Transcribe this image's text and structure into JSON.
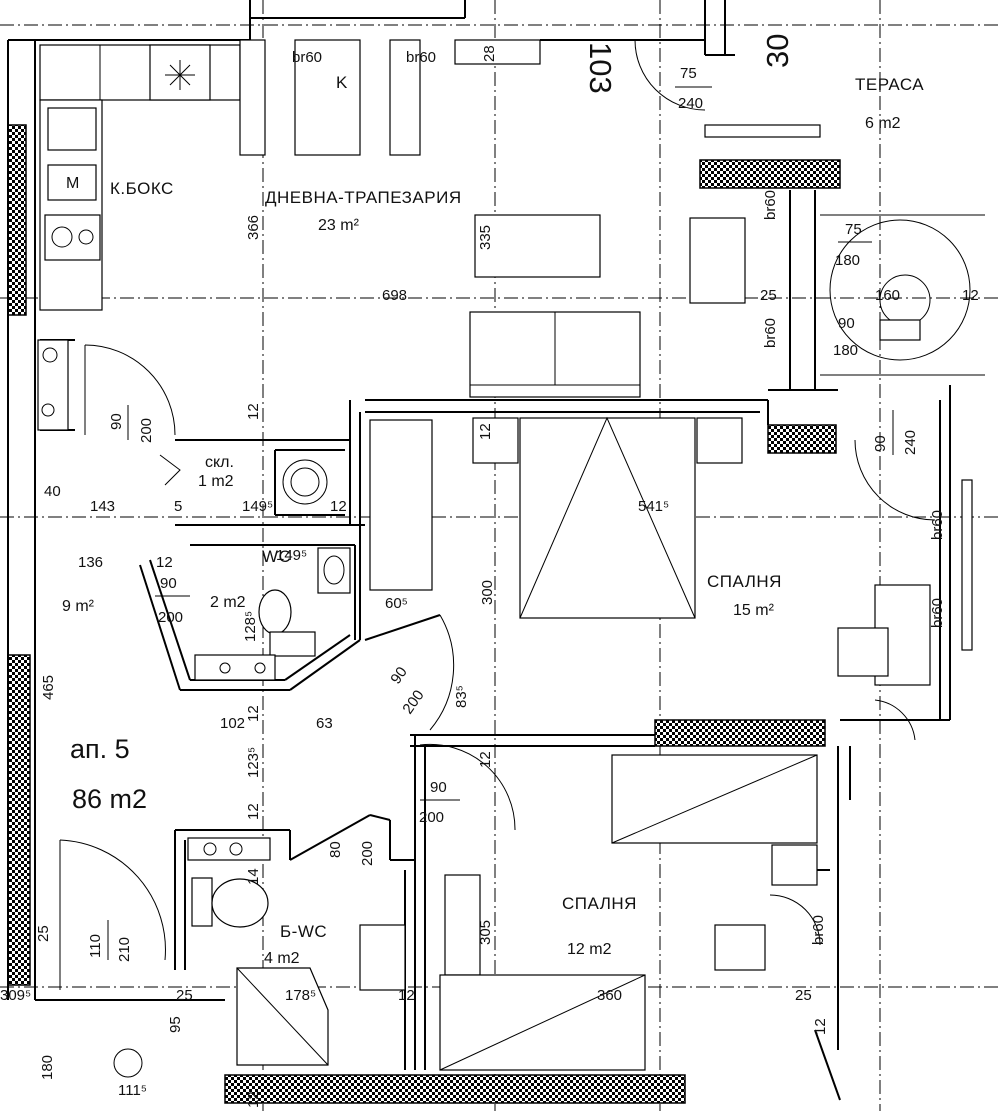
{
  "apartment": {
    "label": "ап. 5",
    "area": "86 m2"
  },
  "unit_number": "103",
  "rooms": {
    "kitchen": {
      "label": "К.БОКС"
    },
    "living": {
      "label": "ДНЕВНА-ТРАПЕЗАРИЯ",
      "area": "23 m²"
    },
    "terrace": {
      "label": "ТЕРАСА",
      "area": "6 m2"
    },
    "storage": {
      "label": "скл.",
      "area": "1 m2"
    },
    "wc": {
      "label": "WC",
      "area": "2 m2"
    },
    "hall": {
      "area": "9 m²"
    },
    "bedroom1": {
      "label": "СПАЛНЯ",
      "area": "15 m²"
    },
    "bedroom2": {
      "label": "СПАЛНЯ",
      "area": "12 m2"
    },
    "bathroom": {
      "label": "Б-WC",
      "area": "4 m2"
    }
  },
  "appliances": {
    "microwave": "M",
    "fridge": "K"
  },
  "windows": {
    "w1": "br60",
    "w2": "br60",
    "w3": "br60",
    "w4": "br60",
    "w5": "br60",
    "w6": "br60",
    "w7": "br60"
  },
  "door_sizes": {
    "terrace_top": {
      "w": "75",
      "h": "240"
    },
    "terrace_side": {
      "w": "75",
      "h": "180"
    },
    "bedroom1_balcony": {
      "w": "90",
      "h": "240"
    },
    "kitchen_hall": {
      "w": "90",
      "h": "200"
    },
    "wc": {
      "w": "90",
      "h": "200"
    },
    "bedroom1": {
      "w": "90",
      "h": "200"
    },
    "bedroom2": {
      "w": "90",
      "h": "200"
    },
    "bathroom": {
      "w": "80",
      "h": "200"
    },
    "entrance": {
      "w": "110",
      "h": "210"
    },
    "terrace_inner": {
      "w": "90",
      "h": "180"
    }
  },
  "dimensions": {
    "d_366": "366",
    "d_335": "335",
    "d_698": "698",
    "d_30": "30",
    "d_25a": "25",
    "d_12a": "12",
    "d_12b": "12",
    "d_12c": "12",
    "d_12d": "12",
    "d_12e": "12",
    "d_12f": "12",
    "d_12g": "12",
    "d_12h": "12",
    "d_12i": "12",
    "d_12j": "12",
    "d_12k": "12",
    "d_40": "40",
    "d_143": "143",
    "d_5": "5",
    "d_1495a": "149⁵",
    "d_1495b": "149⁵",
    "d_136": "136",
    "d_5415": "541⁵",
    "d_300": "300",
    "d_605": "60⁵",
    "d_128": "128⁵",
    "d_465": "465",
    "d_102": "102",
    "d_63": "63",
    "d_835": "83⁵",
    "d_1235": "123⁵",
    "d_14": "14",
    "d_305": "305",
    "d_360": "360",
    "d_25b": "25",
    "d_25c": "25",
    "d_25d": "25",
    "d_3095": "309⁵",
    "d_1785": "178⁵",
    "d_95": "95",
    "d_180": "180",
    "d_1115": "111⁵",
    "d_160": "160",
    "d_28": "28"
  }
}
